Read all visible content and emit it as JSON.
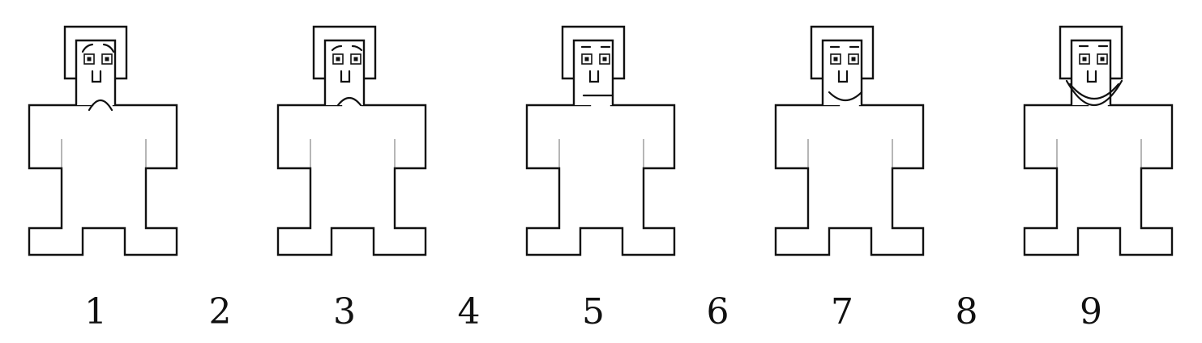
{
  "scale": {
    "points": [
      {
        "label": "1",
        "figure": "very-sad"
      },
      {
        "label": "2",
        "figure": null
      },
      {
        "label": "3",
        "figure": "sad"
      },
      {
        "label": "4",
        "figure": null
      },
      {
        "label": "5",
        "figure": "neutral"
      },
      {
        "label": "6",
        "figure": null
      },
      {
        "label": "7",
        "figure": "happy"
      },
      {
        "label": "8",
        "figure": null
      },
      {
        "label": "9",
        "figure": "very-happy"
      }
    ]
  },
  "colors": {
    "ink": "#111111",
    "background": "#ffffff"
  }
}
